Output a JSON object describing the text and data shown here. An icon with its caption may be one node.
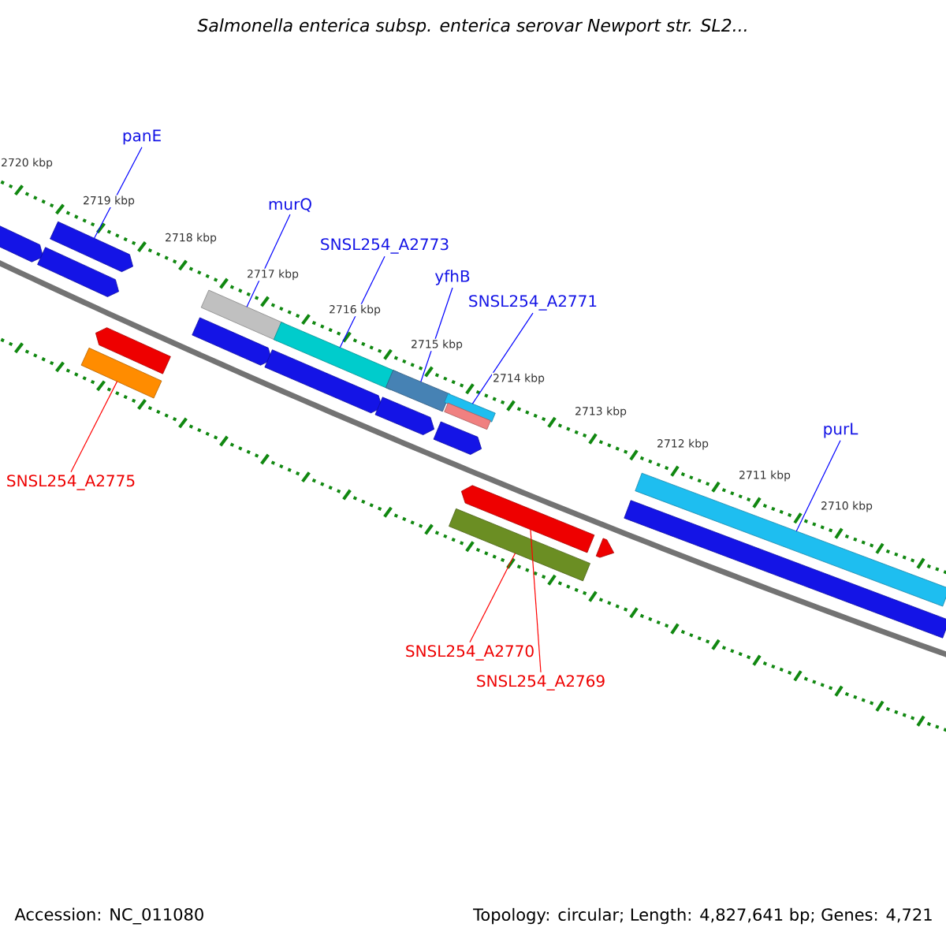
{
  "diagram": {
    "title": "Salmonella enterica subsp. enterica serovar Newport str. SL2...",
    "nodes": [
      {
        "text": [
          "panE"
        ]
      },
      {
        "text": [
          "murQ"
        ]
      },
      {
        "text": [
          "SNSL254_A2773"
        ]
      },
      {
        "text": [
          "yfhB"
        ]
      },
      {
        "text": [
          "SNSL254_A2771"
        ]
      },
      {
        "text": [
          "purL"
        ]
      },
      {
        "text": [
          "SNSL254_A2775"
        ]
      },
      {
        "text": [
          "SNSL254_A2770"
        ]
      },
      {
        "text": [
          "SNSL254_A2769"
        ]
      },
      {
        "text": [],
        "shape": "pentagon"
      },
      {
        "text": [],
        "shape": "pentagon"
      },
      {
        "text": [],
        "shape": "pentagon"
      },
      {
        "text": [],
        "shape": "pentagon"
      },
      {
        "text": [],
        "shape": "bar"
      },
      {
        "text": [],
        "shape": "pentagon"
      },
      {
        "text": [],
        "shape": "bar"
      },
      {
        "text": [],
        "shape": "bar"
      },
      {
        "text": [],
        "shape": "pentagon"
      },
      {
        "text": [],
        "shape": "bar"
      },
      {
        "text": [],
        "shape": "pentagon"
      },
      {
        "text": [],
        "shape": "bar"
      },
      {
        "text": [],
        "shape": "bar"
      },
      {
        "text": [],
        "shape": "pentagon"
      },
      {
        "text": [],
        "shape": "pentagon"
      },
      {
        "text": [],
        "shape": "triangle"
      },
      {
        "text": [],
        "shape": "bar"
      },
      {
        "text": [],
        "shape": "bar"
      },
      {
        "text": [],
        "shape": "bar"
      }
    ],
    "edges": [
      {
        "from": 0,
        "to": 10,
        "arrow": "none"
      },
      {
        "from": 1,
        "to": 15,
        "arrow": "none"
      },
      {
        "from": 2,
        "to": 16,
        "arrow": "none"
      },
      {
        "from": 3,
        "to": 18,
        "arrow": "none"
      },
      {
        "from": 4,
        "to": 20,
        "arrow": "none"
      },
      {
        "from": 5,
        "to": 26,
        "arrow": "none"
      },
      {
        "from": 6,
        "to": 13,
        "arrow": "none",
        "color": "#ff0000"
      },
      {
        "from": 7,
        "to": 25,
        "arrow": "none",
        "color": "#ff0000"
      },
      {
        "from": 8,
        "to": 23,
        "arrow": "none",
        "color": "#ff0000"
      }
    ],
    "labels": [
      "2720 kbp",
      "2719 kbp",
      "2718 kbp",
      "2717 kbp",
      "2716 kbp",
      "2715 kbp",
      "2714 kbp",
      "2713 kbp",
      "2712 kbp",
      "2711 kbp",
      "2710 kbp",
      "Accession: NC_011080",
      "Topology: circular; Length: 4,827,641 bp; Genes: 4,721"
    ]
  }
}
